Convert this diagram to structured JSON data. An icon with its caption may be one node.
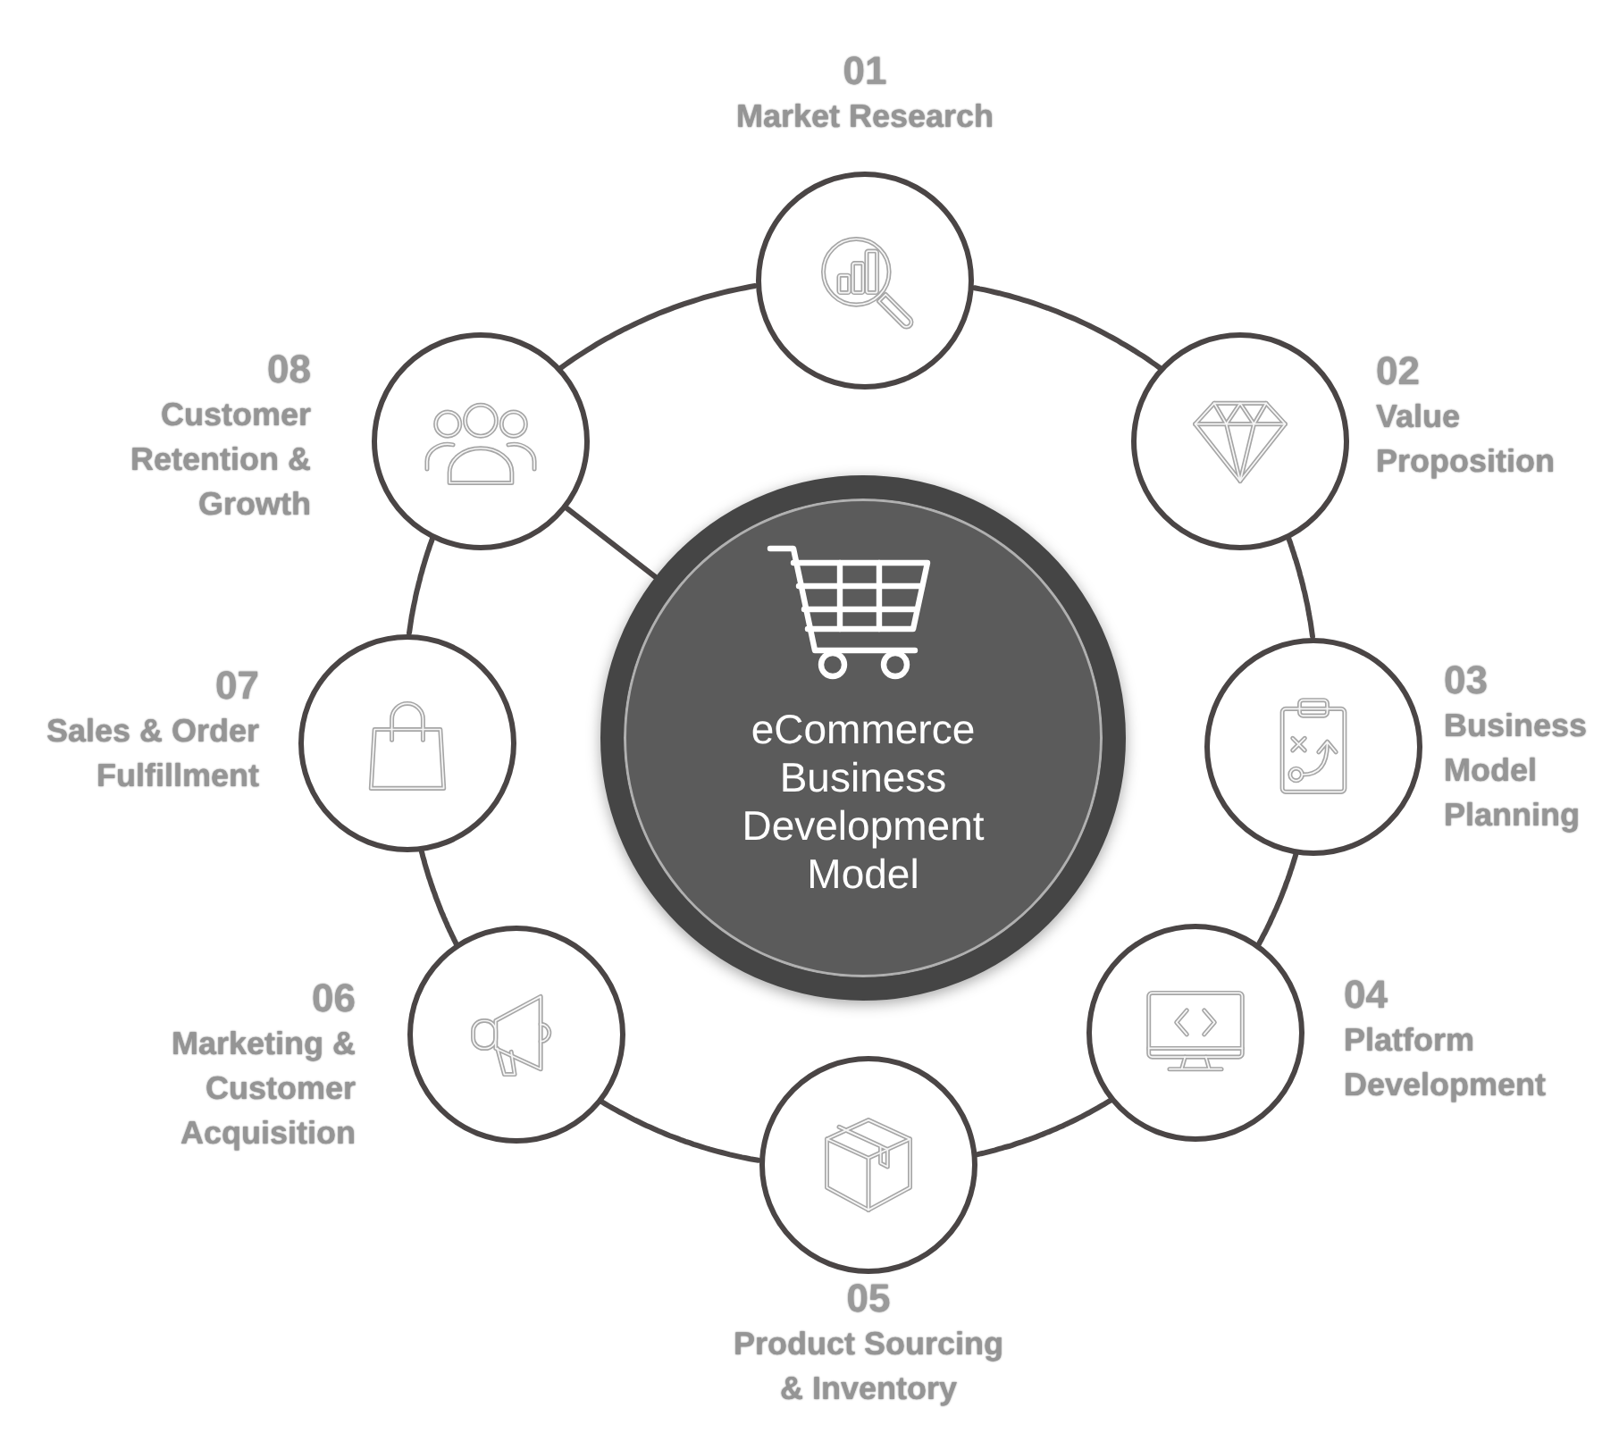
{
  "diagram": {
    "nodes": [
      {
        "text": [
          "eCommerce Business Development Model"
        ]
      },
      {
        "text": [],
        "shape": "circle",
        "beside": [
          "01",
          "Market Research"
        ]
      },
      {
        "text": [],
        "shape": "circle",
        "beside": [
          "02",
          "Value Proposition"
        ]
      },
      {
        "text": [],
        "shape": "circle",
        "beside": [
          "03",
          "Business Model Planning"
        ]
      },
      {
        "text": [],
        "shape": "circle",
        "beside": [
          "04",
          "Platform Development"
        ]
      },
      {
        "text": [],
        "shape": "circle",
        "beside": [
          "05",
          "Product Sourcing & Inventory"
        ]
      },
      {
        "text": [],
        "shape": "circle",
        "beside": [
          "06",
          "Marketing & Customer Acquisition"
        ]
      },
      {
        "text": [],
        "shape": "circle",
        "beside": [
          "07",
          "Sales & Order Fulfillment"
        ]
      },
      {
        "text": [],
        "shape": "circle",
        "beside": [
          "08",
          "Customer Retention & Growth"
        ]
      }
    ],
    "edges": [
      {
        "from": 1,
        "to": 2,
        "arrow": "none"
      },
      {
        "from": 2,
        "to": 3,
        "arrow": "none"
      },
      {
        "from": 3,
        "to": 4,
        "arrow": "none"
      },
      {
        "from": 4,
        "to": 5,
        "arrow": "none"
      },
      {
        "from": 5,
        "to": 6,
        "arrow": "none"
      },
      {
        "from": 6,
        "to": 7,
        "arrow": "none"
      },
      {
        "from": 7,
        "to": 8,
        "arrow": "none"
      },
      {
        "from": 8,
        "to": 1,
        "arrow": "none"
      },
      {
        "from": 8,
        "to": 0,
        "arrow": "none"
      }
    ]
  }
}
